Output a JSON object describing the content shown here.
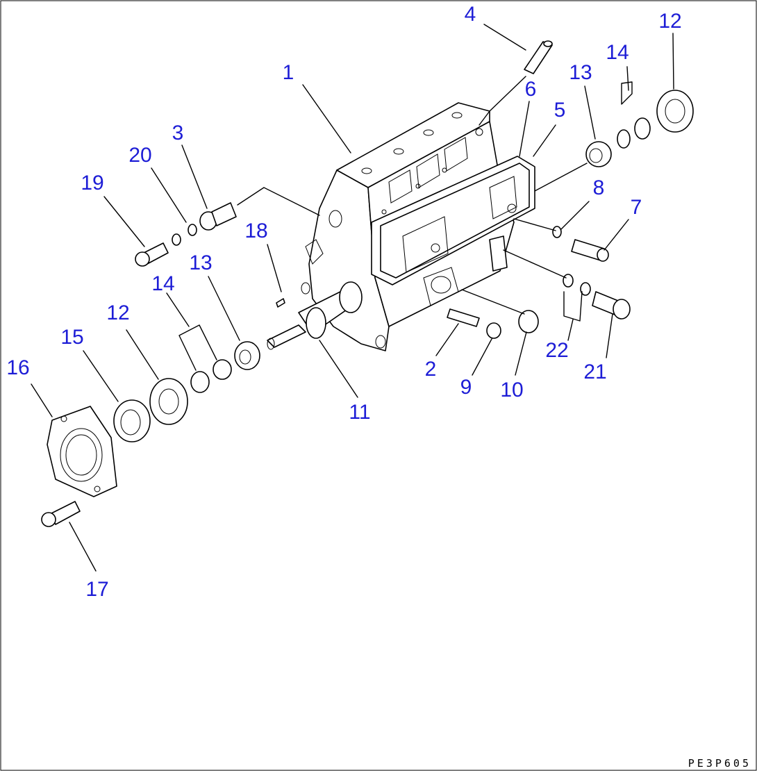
{
  "diagram": {
    "drawing_code": "PE3P605",
    "callouts": [
      {
        "id": "c1",
        "text": "1"
      },
      {
        "id": "c2",
        "text": "2"
      },
      {
        "id": "c3",
        "text": "3"
      },
      {
        "id": "c4",
        "text": "4"
      },
      {
        "id": "c5",
        "text": "5"
      },
      {
        "id": "c6",
        "text": "6"
      },
      {
        "id": "c7",
        "text": "7"
      },
      {
        "id": "c8",
        "text": "8"
      },
      {
        "id": "c9",
        "text": "9"
      },
      {
        "id": "c10",
        "text": "10"
      },
      {
        "id": "c11",
        "text": "11"
      },
      {
        "id": "c12a",
        "text": "12"
      },
      {
        "id": "c12b",
        "text": "12"
      },
      {
        "id": "c13a",
        "text": "13"
      },
      {
        "id": "c13b",
        "text": "13"
      },
      {
        "id": "c14a",
        "text": "14"
      },
      {
        "id": "c14b",
        "text": "14"
      },
      {
        "id": "c15",
        "text": "15"
      },
      {
        "id": "c16",
        "text": "16"
      },
      {
        "id": "c17",
        "text": "17"
      },
      {
        "id": "c18",
        "text": "18"
      },
      {
        "id": "c19",
        "text": "19"
      },
      {
        "id": "c20",
        "text": "20"
      },
      {
        "id": "c21",
        "text": "21"
      },
      {
        "id": "c22",
        "text": "22"
      }
    ],
    "colors": {
      "callout": "#1d1dd6",
      "line": "#000000",
      "background": "#ffffff"
    }
  }
}
